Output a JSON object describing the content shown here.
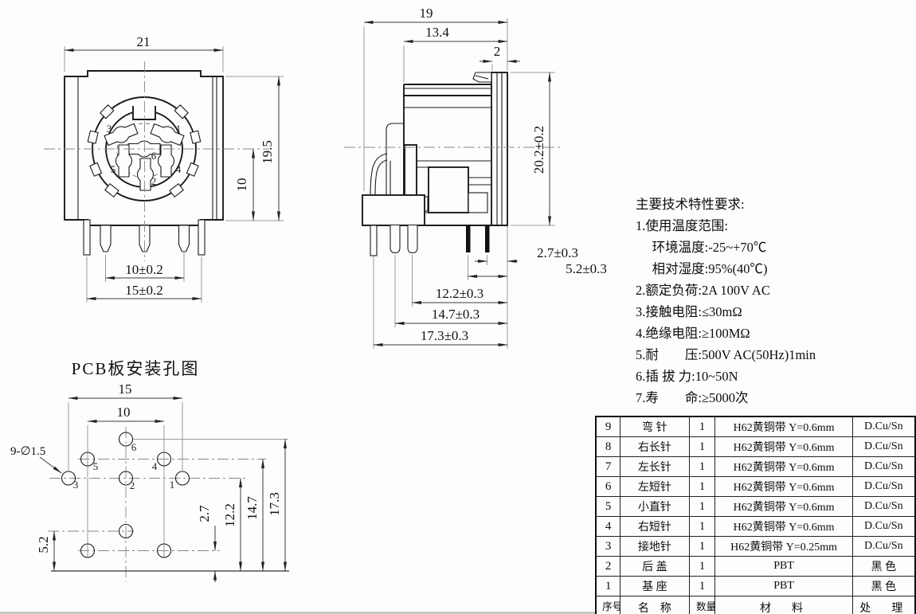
{
  "front_view": {
    "dim_width": "21",
    "dim_height": "19.5",
    "dim_center_to_bottom": "10",
    "dim_pin_pitch": "10±0.2",
    "dim_leg_pitch": "15±0.2",
    "pins": [
      "3",
      "1",
      "6",
      "5",
      "2",
      "4"
    ]
  },
  "side_view": {
    "dim_depth": "19",
    "dim_body_depth": "13.4",
    "dim_panel": "2",
    "dim_height": "20.2±0.2",
    "dim_pin_a": "2.7±0.3",
    "dim_pin_b": "5.2±0.3",
    "dim_pin_c": "12.2±0.3",
    "dim_pin_d": "14.7±0.3",
    "dim_pin_e": "17.3±0.3"
  },
  "pcb_view": {
    "title": "PCB板安装孔图",
    "dim_span_outer": "15",
    "dim_span_inner": "10",
    "hole_note": "9-∅1.5",
    "dim_left": "5.2",
    "dim_v1": "2.7",
    "dim_v2": "12.2",
    "dim_v3": "14.7",
    "dim_v4": "17.3",
    "hole_labels": [
      "6",
      "5",
      "4",
      "3",
      "2",
      "1"
    ]
  },
  "tech_specs": {
    "title": "主要技术特性要求:",
    "lines": [
      "1.使用温度范围:",
      "　 环境温度:-25~+70℃",
      "　 相对湿度:95%(40℃)",
      "2.额定负荷:2A 100V AC",
      "3.接触电阻:≤30mΩ",
      "4.绝缘电阻:≥100MΩ",
      "5.耐　　压:500V AC(50Hz)1min",
      "6.插 拔 力:10~50N",
      "7.寿　　命:≥5000次"
    ]
  },
  "parts_table": {
    "headers": {
      "no": "序号",
      "name": "名　称",
      "qty": "数量",
      "material": "材　料",
      "treatment": "处　理"
    },
    "rows": [
      {
        "no": "9",
        "name": "弯 针",
        "qty": "1",
        "material": "H62黄铜带 Y=0.6mm",
        "treatment": "D.Cu/Sn"
      },
      {
        "no": "8",
        "name": "右长针",
        "qty": "1",
        "material": "H62黄铜带 Y=0.6mm",
        "treatment": "D.Cu/Sn"
      },
      {
        "no": "7",
        "name": "左长针",
        "qty": "1",
        "material": "H62黄铜带 Y=0.6mm",
        "treatment": "D.Cu/Sn"
      },
      {
        "no": "6",
        "name": "左短针",
        "qty": "1",
        "material": "H62黄铜带 Y=0.6mm",
        "treatment": "D.Cu/Sn"
      },
      {
        "no": "5",
        "name": "小直针",
        "qty": "1",
        "material": "H62黄铜带 Y=0.6mm",
        "treatment": "D.Cu/Sn"
      },
      {
        "no": "4",
        "name": "右短针",
        "qty": "1",
        "material": "H62黄铜带 Y=0.6mm",
        "treatment": "D.Cu/Sn"
      },
      {
        "no": "3",
        "name": "接地针",
        "qty": "1",
        "material": "H62黄铜带 Y=0.25mm",
        "treatment": "D.Cu/Sn"
      },
      {
        "no": "2",
        "name": "后 盖",
        "qty": "1",
        "material": "PBT",
        "treatment": "黑 色"
      },
      {
        "no": "1",
        "name": "基 座",
        "qty": "1",
        "material": "PBT",
        "treatment": "黑 色"
      }
    ]
  }
}
